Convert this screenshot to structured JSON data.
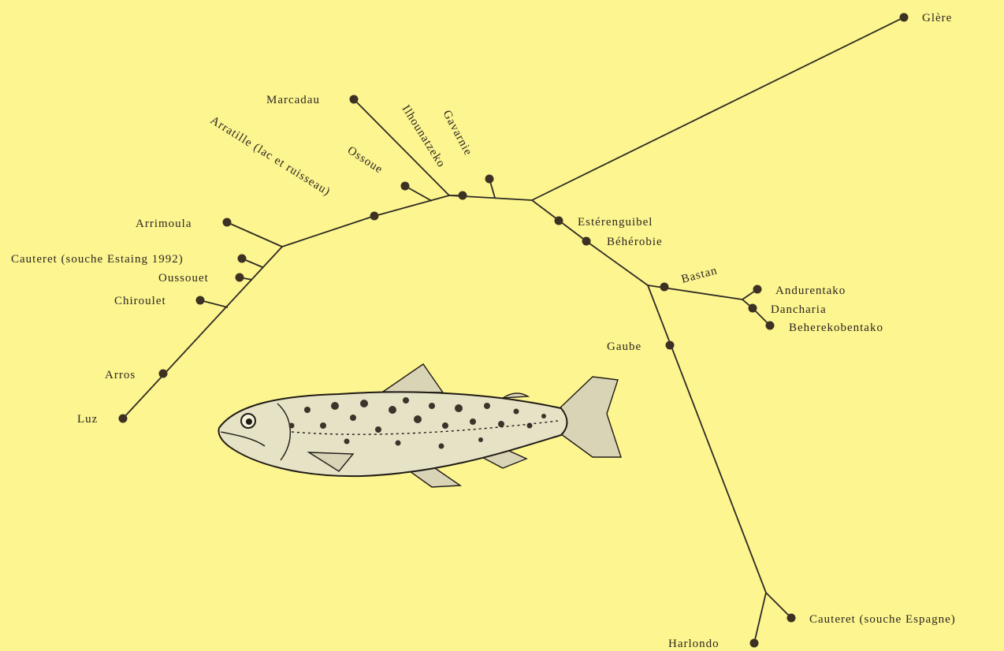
{
  "diagram": {
    "labels": {
      "glere": "Glère",
      "marcadau": "Marcadau",
      "ilhounatzeko": "Ilhounatzeko",
      "gavarnie": "Gavarnie",
      "ossoue": "Ossoue",
      "arratille": "Arratille (lac et ruisseau)",
      "arrimoula": "Arrimoula",
      "cauteret_estaing": "Cauteret (souche Estaing 1992)",
      "oussouet": "Oussouet",
      "chiroulet": "Chiroulet",
      "arros": "Arros",
      "luz": "Luz",
      "esterenguibel": "Estérenguibel",
      "beherobie": "Béhérobie",
      "bastan": "Bastan",
      "andurentako": "Andurentako",
      "dancharia": "Dancharia",
      "beherekobentako": "Beherekobentako",
      "gaube": "Gaube",
      "cauteret_espagne": "Cauteret (souche Espagne)",
      "harlondo": "Harlondo"
    },
    "illustration": "trout"
  },
  "colors": {
    "background": "#fdf590",
    "branch": "#2e2a22",
    "tip": "#3d3124"
  }
}
